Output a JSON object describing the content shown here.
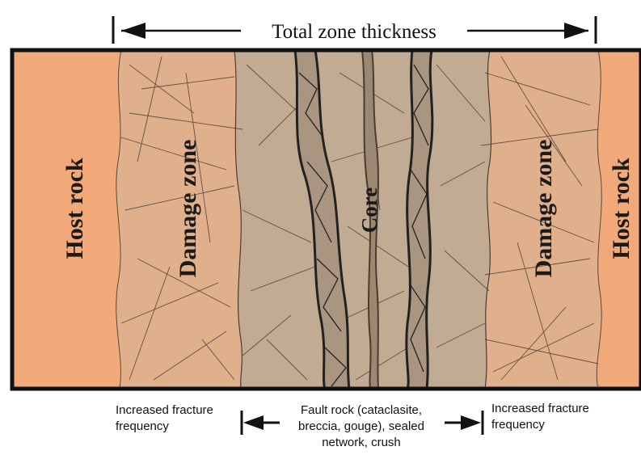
{
  "title": "Total zone thickness",
  "labels": {
    "host_rock_left": "Host rock",
    "damage_zone_left": "Damage zone",
    "core": "Core",
    "damage_zone_right": "Damage zone",
    "host_rock_right": "Host rock"
  },
  "notes": {
    "left": [
      "Increased fracture",
      "frequency"
    ],
    "center": [
      "Fault rock (cataclasite,",
      "breccia, gouge), sealed",
      "network, crush"
    ],
    "right": [
      "Increased fracture",
      "frequency"
    ]
  },
  "colors": {
    "host_rock": "#f2a97a",
    "damage_zone": "#e0b08c",
    "fault_core": "#c2ab93",
    "border": "#111111"
  }
}
